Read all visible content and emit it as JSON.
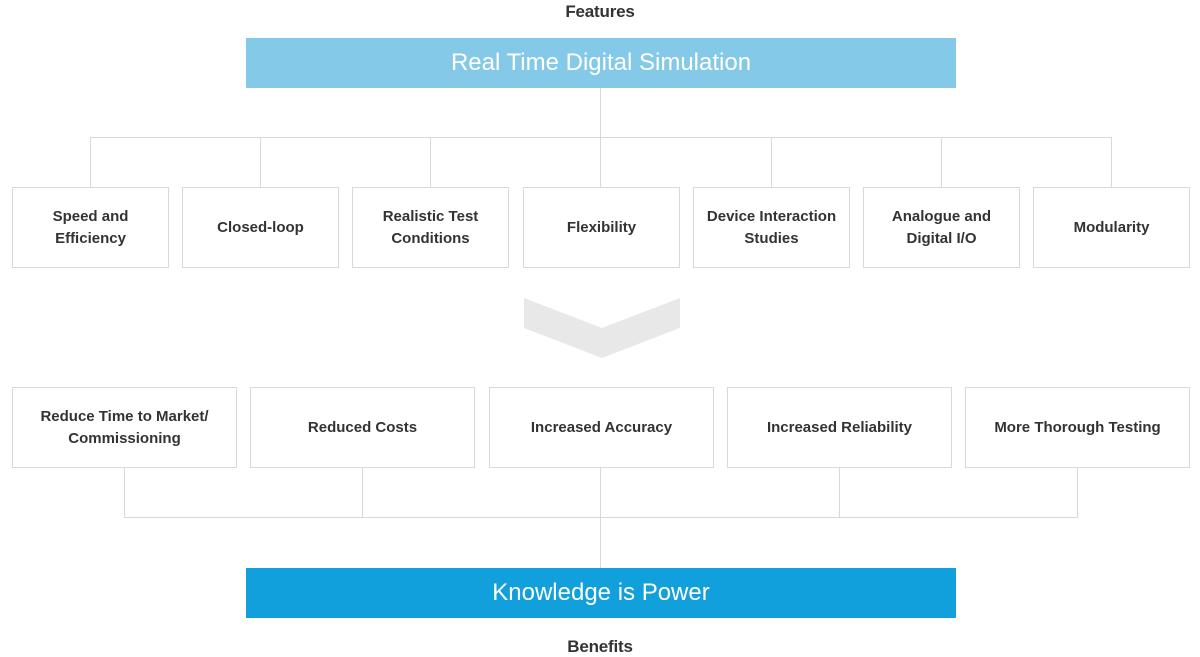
{
  "features_label": "Features",
  "benefits_label": "Benefits",
  "top_banner": {
    "label": "Real Time Digital Simulation",
    "color": "#85c9e8"
  },
  "bottom_banner": {
    "label": "Knowledge is Power",
    "color": "#12a0dc"
  },
  "features": [
    "Speed and Efficiency",
    "Closed-loop",
    "Realistic Test Conditions",
    "Flexibility",
    "Device Interaction Studies",
    "Analogue and Digital I/O",
    "Modularity"
  ],
  "benefits": [
    "Reduce Time to Market/ Commissioning",
    "Reduced Costs",
    "Increased Accuracy",
    "Increased Reliability",
    "More Thorough Testing"
  ],
  "colors": {
    "connector": "#d9d9d9",
    "box_border": "#d9d9d9",
    "chevron": "#e8e8e8",
    "text": "#333333"
  }
}
